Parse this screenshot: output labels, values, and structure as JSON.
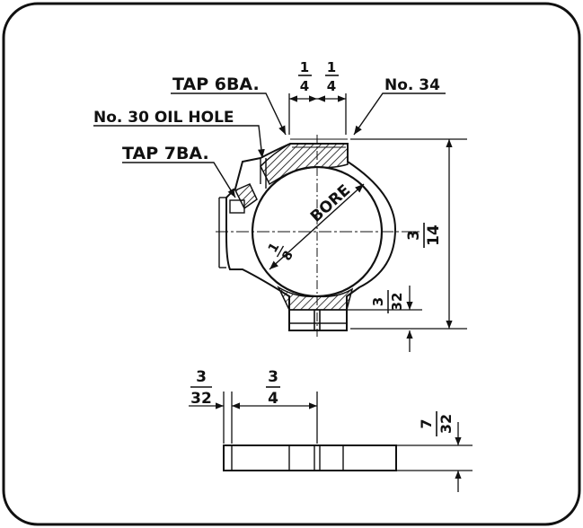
{
  "callouts": {
    "tap_6ba": "TAP 6BA.",
    "no_34": "No. 34",
    "oil_hole": "No. 30 OIL HOLE",
    "tap_7ba": "TAP 7BA.",
    "bore": "BORE"
  },
  "dims": {
    "top_left": {
      "num": "1",
      "den": "4"
    },
    "top_right": {
      "num": "1",
      "den": "4"
    },
    "bore_dia": {
      "num": "1",
      "den": "8"
    },
    "overall_height": {
      "num": "3",
      "den": "14"
    },
    "foot_height": {
      "num": "3",
      "den": "32"
    },
    "side_left": {
      "num": "3",
      "den": "32"
    },
    "side_length": {
      "num": "3",
      "den": "4"
    },
    "side_thickness": {
      "num": "7",
      "den": "32"
    }
  }
}
